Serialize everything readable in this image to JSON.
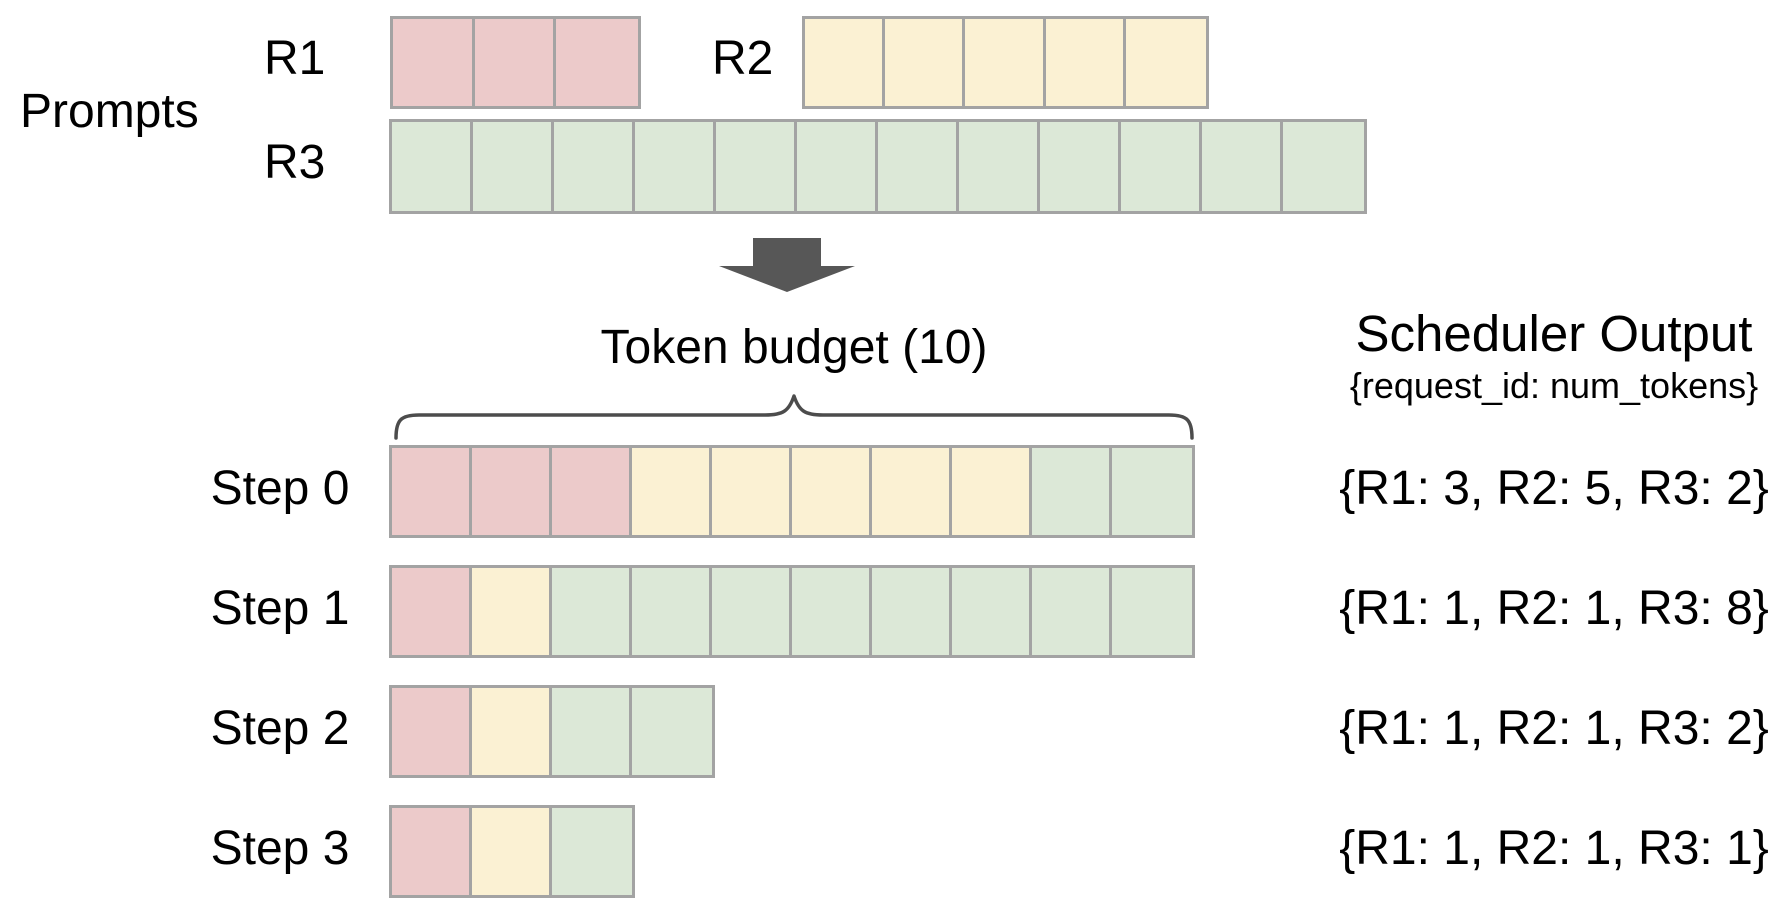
{
  "colors": {
    "R1": "#eccaca",
    "R2": "#fbf1d3",
    "R3": "#dce8d7",
    "cell_border": "#a3a3a3",
    "arrow": "#575757",
    "brace": "#4c4c4c",
    "text": "#000000",
    "background": "#ffffff"
  },
  "prompts": {
    "section_label": "Prompts",
    "requests": [
      {
        "id": "R1",
        "label": "R1",
        "num_tokens": 3
      },
      {
        "id": "R2",
        "label": "R2",
        "num_tokens": 5
      },
      {
        "id": "R3",
        "label": "R3",
        "num_tokens": 12
      }
    ]
  },
  "token_budget": {
    "label": "Token budget (10)",
    "value": 10
  },
  "scheduler_output": {
    "title": "Scheduler Output",
    "subtitle": "{request_id: num_tokens}"
  },
  "steps": [
    {
      "label": "Step 0",
      "allocations": [
        {
          "request": "R1",
          "num_tokens": 3
        },
        {
          "request": "R2",
          "num_tokens": 5
        },
        {
          "request": "R3",
          "num_tokens": 2
        }
      ],
      "output": "{R1: 3, R2: 5, R3: 2}"
    },
    {
      "label": "Step 1",
      "allocations": [
        {
          "request": "R1",
          "num_tokens": 1
        },
        {
          "request": "R2",
          "num_tokens": 1
        },
        {
          "request": "R3",
          "num_tokens": 8
        }
      ],
      "output": "{R1: 1, R2: 1, R3: 8}"
    },
    {
      "label": "Step 2",
      "allocations": [
        {
          "request": "R1",
          "num_tokens": 1
        },
        {
          "request": "R2",
          "num_tokens": 1
        },
        {
          "request": "R3",
          "num_tokens": 2
        }
      ],
      "output": "{R1: 1, R2: 1, R3: 2}"
    },
    {
      "label": "Step 3",
      "allocations": [
        {
          "request": "R1",
          "num_tokens": 1
        },
        {
          "request": "R2",
          "num_tokens": 1
        },
        {
          "request": "R3",
          "num_tokens": 1
        }
      ],
      "output": "{R1: 1, R2: 1, R3: 1}"
    }
  ]
}
